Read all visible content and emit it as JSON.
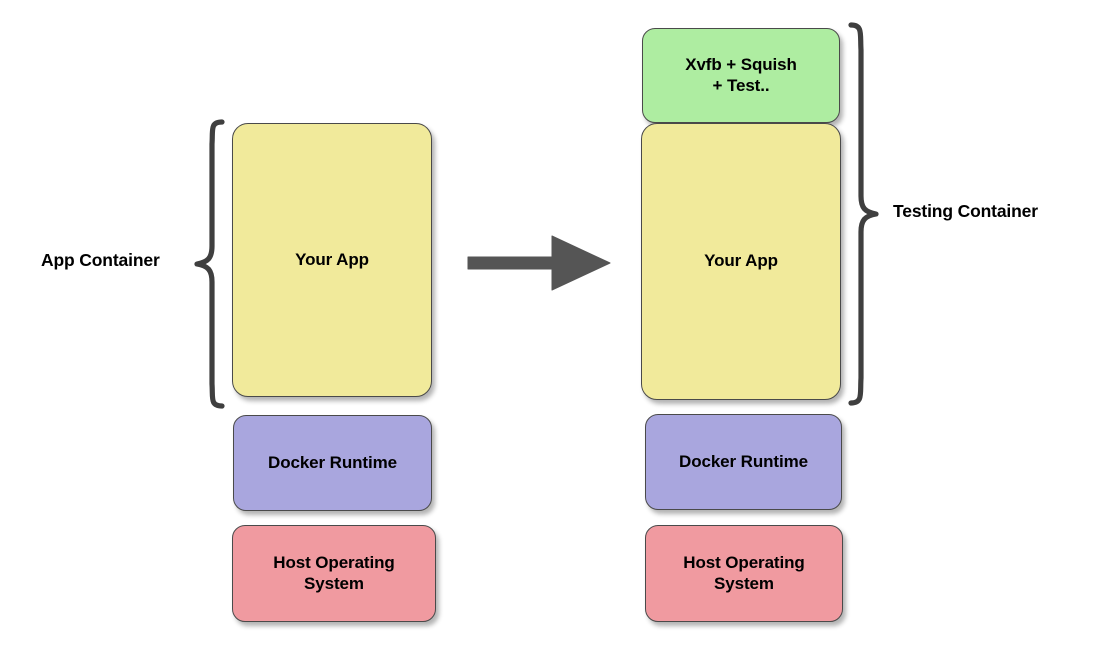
{
  "diagram": {
    "title": "Docker container layering: app container vs testing container",
    "arrow": {
      "icon": "arrow-right-icon",
      "direction": "right",
      "color": "#555555"
    },
    "colors": {
      "yellow": "#f1ea9b",
      "green": "#aeeda1",
      "purple": "#a9a6de",
      "pink": "#f09aa0",
      "stroke": "#4a4a4a",
      "brace": "#3f3f3f",
      "text": "#000000",
      "background": "#ffffff"
    },
    "left_stack": {
      "brace_label": "App Container",
      "boxes": [
        {
          "id": "your-app",
          "label": "Your App",
          "color": "yellow"
        },
        {
          "id": "docker-runtime",
          "label": "Docker Runtime",
          "color": "purple"
        },
        {
          "id": "host-operating-system",
          "label": "Host Operating\nSystem",
          "color": "pink"
        }
      ]
    },
    "right_stack": {
      "brace_label": "Testing Container",
      "boxes": [
        {
          "id": "xvfb-squish-test",
          "label": "Xvfb + Squish\n+ Test..",
          "color": "green"
        },
        {
          "id": "your-app",
          "label": "Your App",
          "color": "yellow"
        },
        {
          "id": "docker-runtime",
          "label": "Docker Runtime",
          "color": "purple"
        },
        {
          "id": "host-operating-system",
          "label": "Host Operating\nSystem",
          "color": "pink"
        }
      ]
    }
  }
}
